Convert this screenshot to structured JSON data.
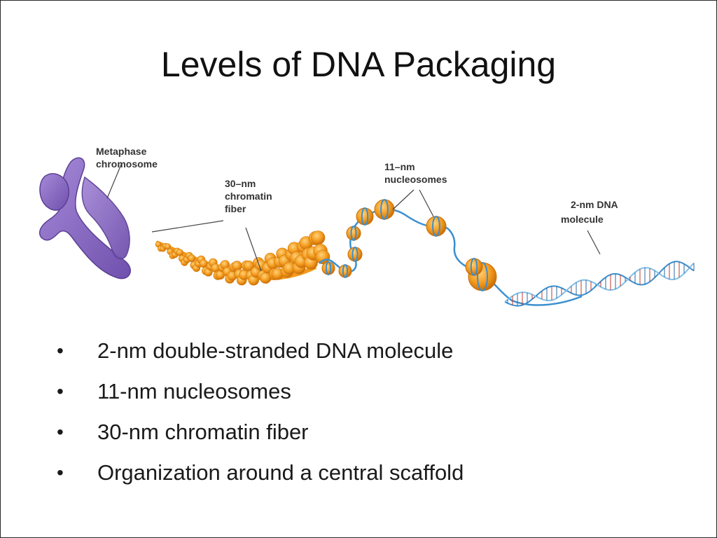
{
  "title": "Levels of DNA Packaging",
  "diagram": {
    "labels": {
      "metaphase_line1": "Metaphase",
      "metaphase_line2": "chromosome",
      "fiber_line1": "30–nm",
      "fiber_line2": "chromatin",
      "fiber_line3": "fiber",
      "nucleosome_line1": "11–nm",
      "nucleosome_line2": "nucleosomes",
      "dna_line1": "2-nm DNA",
      "dna_line2": "molecule"
    },
    "colors": {
      "chromosome": "#8a6cc4",
      "fiber": "#f39a1e",
      "dna": "#3a8fd0",
      "leader": "#444444"
    }
  },
  "bullets": [
    {
      "marker": "•",
      "text": "2-nm double-stranded DNA molecule"
    },
    {
      "marker": "•",
      "text": "11-nm nucleosomes"
    },
    {
      "marker": "•",
      "text": "30-nm chromatin fiber"
    },
    {
      "marker": "•",
      "text": "Organization around a central scaffold"
    }
  ]
}
